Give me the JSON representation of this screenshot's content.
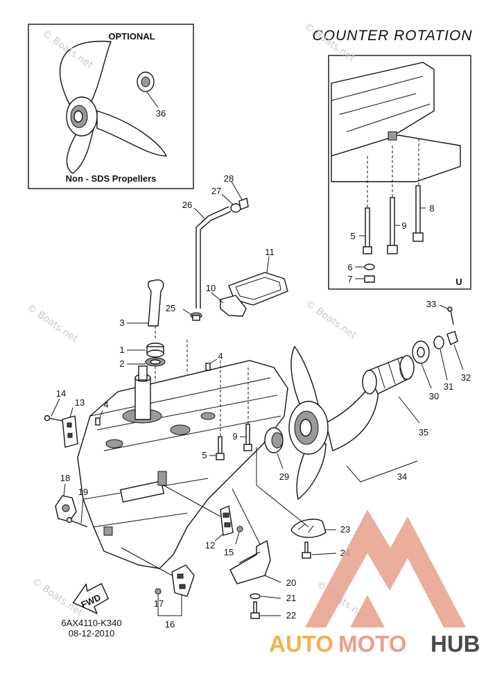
{
  "titles": {
    "optional": "OPTIONAL",
    "non_sds": "Non - SDS Propellers",
    "counter_rotation": "COUNTER  ROTATION",
    "inset_u": "U"
  },
  "watermark": {
    "main": "© Boats.net",
    "small": "© Boats.net"
  },
  "fwd_label": "FWD",
  "footer": {
    "part_code": "6AX4110-K340",
    "date": "08-12-2010"
  },
  "logo": {
    "auto": "AUTO",
    "moto": "MOTO",
    "hub": "HUB",
    "colors": {
      "accent": "#e8a08c",
      "dark": "#4a4a4a",
      "auto": "#f0b24a"
    }
  },
  "callouts": {
    "c1": "1",
    "c2": "2",
    "c3": "3",
    "c4a": "4",
    "c4b": "4",
    "c5a": "5",
    "c5b": "5",
    "c6": "6",
    "c7": "7",
    "c8": "8",
    "c9a": "9",
    "c9b": "9",
    "c10": "10",
    "c11": "11",
    "c12": "12",
    "c13": "13",
    "c14": "14",
    "c15": "15",
    "c16": "16",
    "c17": "17",
    "c18": "18",
    "c19": "19",
    "c20": "20",
    "c21": "21",
    "c22": "22",
    "c23": "23",
    "c24": "24",
    "c25": "25",
    "c26": "26",
    "c27": "27",
    "c28": "28",
    "c29": "29",
    "c30": "30",
    "c31": "31",
    "c32": "32",
    "c33": "33",
    "c34": "34",
    "c35": "35",
    "c36": "36"
  }
}
